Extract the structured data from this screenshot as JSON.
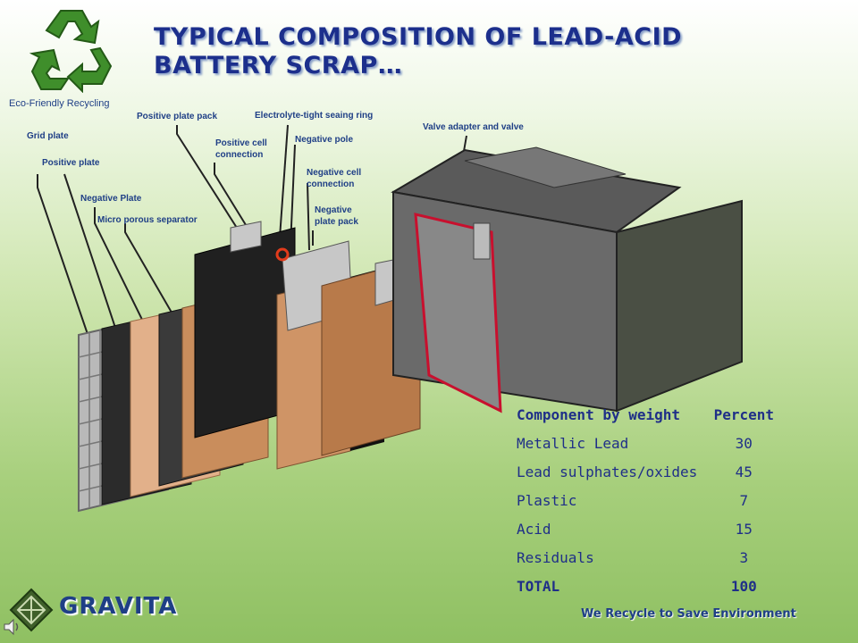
{
  "header": {
    "title_line1": "TYPICAL COMPOSITION OF LEAD-ACID",
    "title_line2": "BATTERY SCRAP…",
    "logo_caption": "Eco-Friendly Recycling"
  },
  "diagram_labels": {
    "grid_plate": "Grid plate",
    "positive_plate": "Positive plate",
    "negative_plate": "Negative Plate",
    "micro_porous_separator": "Micro porous separator",
    "positive_plate_pack": "Positive plate pack",
    "positive_cell_connection_1": "Positive cell",
    "positive_cell_connection_2": "connection",
    "electrolyte_ring": "Electrolyte-tight seaing ring",
    "negative_pole": "Negative pole",
    "negative_cell_connection_1": "Negative cell",
    "negative_cell_connection_2": "connection",
    "negative_plate_pack_1": "Negative",
    "negative_plate_pack_2": "plate pack",
    "valve_adapter": "Valve adapter and valve"
  },
  "composition_table": {
    "headers": [
      "Component by weight",
      "Percent"
    ],
    "rows": [
      {
        "component": "Metallic Lead",
        "percent": "30"
      },
      {
        "component": "Lead sulphates/oxides",
        "percent": "45"
      },
      {
        "component": "Plastic",
        "percent": "7"
      },
      {
        "component": "Acid",
        "percent": "15"
      },
      {
        "component": "Residuals",
        "percent": "3"
      }
    ],
    "total": {
      "component": "TOTAL",
      "percent": "100"
    }
  },
  "footer": {
    "brand": "GRAVITA",
    "tagline": "We Recycle to Save Environment"
  },
  "colors": {
    "title": "#1c2f8c",
    "recycle_green": "#3d8a2a",
    "background_top": "#ffffff",
    "background_bottom": "#8fc062"
  },
  "icons": {
    "logo": "recycle-icon",
    "brand_logo": "gravita-diamond-icon",
    "speaker": "speaker-icon"
  }
}
